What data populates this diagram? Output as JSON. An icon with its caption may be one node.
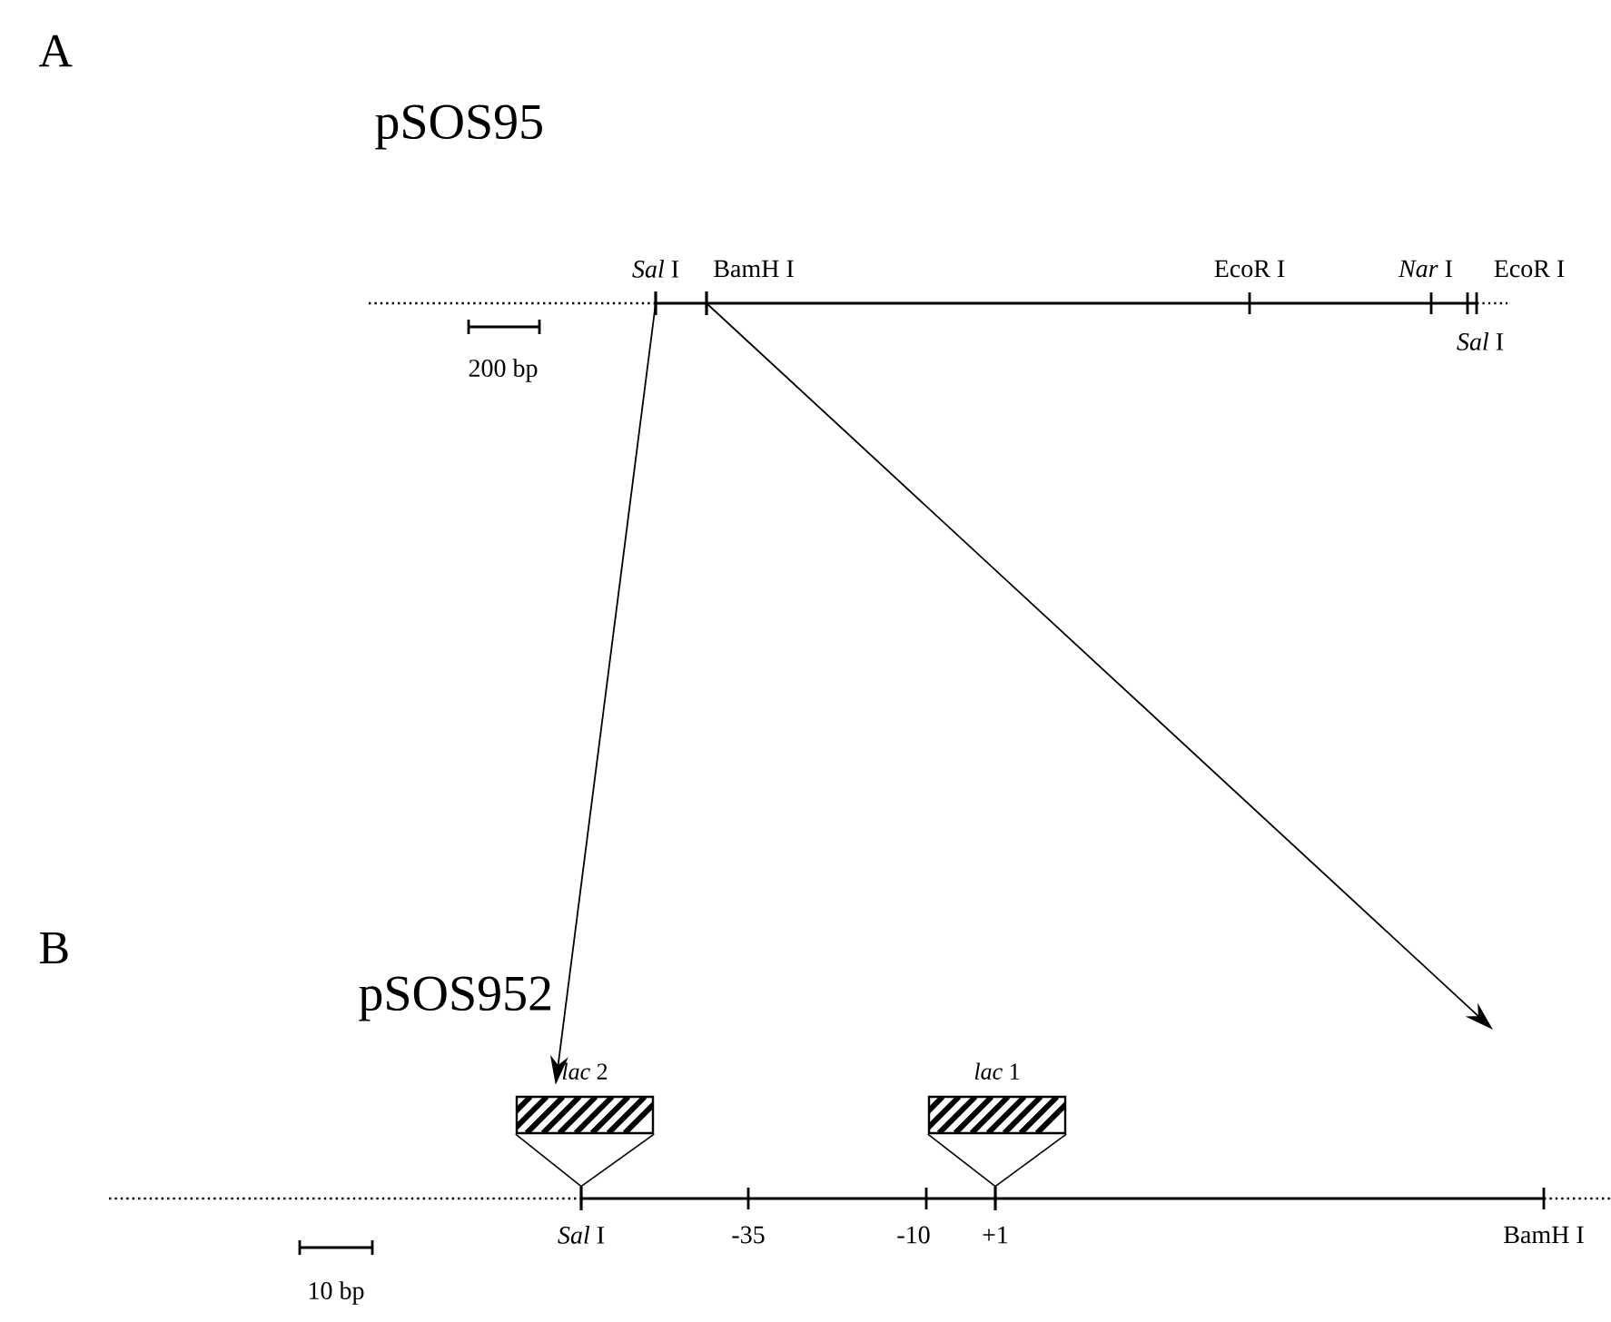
{
  "diagram": {
    "nodes": [
      {
        "text": [],
        "shape": "bar"
      },
      {
        "text": [],
        "shape": "bar"
      },
      {
        "text": [
          "*lac* 2"
        ]
      },
      {
        "text": [
          "*lac* 1"
        ]
      },
      {
        "text": [],
        "shape": "bar"
      },
      {
        "text": [],
        "shape": "bar"
      }
    ],
    "edges": [
      {
        "from": 0,
        "to": 2,
        "arrow": "to"
      },
      {
        "from": 1,
        "to": null,
        "arrow": "to"
      },
      {
        "from": 2,
        "to": 4,
        "arrow": "none"
      },
      {
        "from": 3,
        "to": 5,
        "arrow": "none"
      }
    ],
    "labels": [
      "A",
      "pSOS95",
      "*Sal* I",
      "BamH I",
      "EcoR I",
      "*Nar* I",
      "EcoR I",
      "*Sal* I",
      "200 bp",
      "B",
      "pSOS952",
      "*Sal* I",
      "-35",
      "-10",
      "+1",
      "BamH I",
      "10 bp"
    ]
  }
}
